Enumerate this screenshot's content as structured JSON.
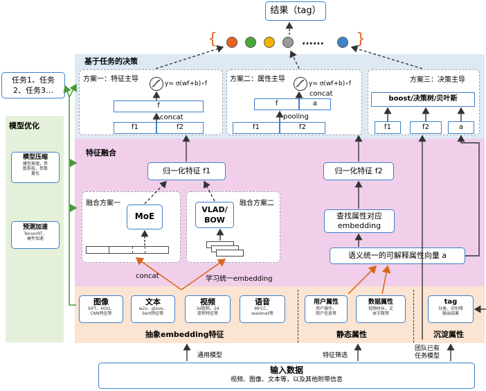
{
  "result": "结果（tag）",
  "dots": {
    "colors": [
      "#e8651f",
      "#4aa838",
      "#f0b400",
      "#9a9a9a",
      "#3d85c8"
    ],
    "ellipsis": "......"
  },
  "decision": {
    "title": "基于任务的决策",
    "plan1": {
      "title": "方案一：特征主导",
      "formula": "y= σ(wf+b)∘f",
      "f": "f",
      "concat": "concat",
      "f1": "f1",
      "f2": "f2"
    },
    "plan2": {
      "title": "方案二：属性主导",
      "formula": "y= σ(wf+b)∘f",
      "concat": "concat",
      "f": "f",
      "a": "a",
      "pooling": "pooling",
      "f1": "f1",
      "f2": "f2"
    },
    "plan3": {
      "title": "方案三：决策主导",
      "model": "boost/决策树/贝叶斯",
      "f1": "f1",
      "f2": "f2",
      "a": "a"
    }
  },
  "tasks": {
    "line1": "任务1、任务",
    "line2": "2、任务3…"
  },
  "model_opt": {
    "title": "模型优化",
    "compress": {
      "title": "模型压缩",
      "desc": [
        "模型蒸馏，参",
        "数剪枝，参数",
        "量化"
      ]
    },
    "accel": {
      "title": "预测加速",
      "desc": [
        "TensorRT，",
        "硬件加速"
      ]
    }
  },
  "fusion": {
    "title": "特征融合",
    "norm1": "归一化特征 f1",
    "norm2": "归一化特征 f2",
    "scheme1": "融合方案一",
    "scheme2": "融合方案二",
    "moe": "MoE",
    "vlad": [
      "VLAD/",
      "BOW"
    ],
    "lookup": [
      "查找属性对应",
      "embedding"
    ],
    "semantic": "语义统一的可解释属性向量 a",
    "concat": "concat",
    "learn": "学习统一embedding"
  },
  "abstract": {
    "title": "抽象embedding特征",
    "items": [
      {
        "title": "图像",
        "desc": [
          "SIFT、HOG、",
          "CNN特征等"
        ]
      },
      {
        "title": "文本",
        "desc": [
          "w2v、glove、",
          "bert特征等"
        ]
      },
      {
        "title": "视频",
        "desc": [
          "3d卷积，2d",
          "卷积特征等"
        ]
      },
      {
        "title": "语音",
        "desc": [
          "MFCC，",
          "wavenet等"
        ]
      }
    ]
  },
  "static": {
    "title": "静态属性",
    "items": [
      {
        "title": "用户属性",
        "desc": [
          "用户操作，",
          "用户信息等"
        ]
      },
      {
        "title": "数据属性",
        "desc": [
          "视频时长，文",
          "本字数等"
        ]
      }
    ]
  },
  "settle": {
    "title": "沉淀属性",
    "tag": {
      "title": "tag",
      "desc": [
        "分类、识别等",
        "输出结果"
      ]
    }
  },
  "input": {
    "title": "输入数据",
    "desc": "视频、图像、文本等，以及其他附带信息",
    "general": "通用模型",
    "select": "特征筛选",
    "team": [
      "团队已有",
      "任务模型"
    ]
  }
}
